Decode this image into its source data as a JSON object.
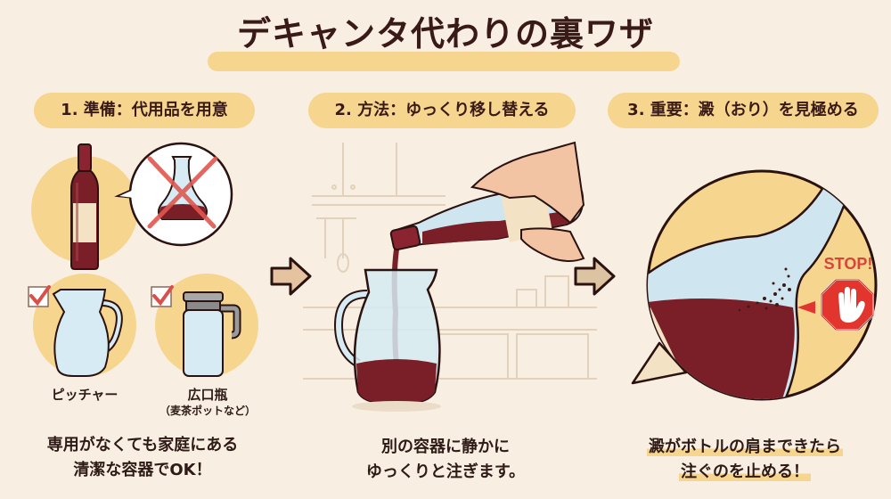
{
  "title": "デキャンタ代わりの裏ワザ",
  "colors": {
    "background": "#f8efe2",
    "highlight": "#f6d58e",
    "wine": "#7a1e28",
    "glass": "#cfe6f0",
    "stop_red": "#e2352e",
    "text": "#3a1a17"
  },
  "steps": [
    {
      "label": "1. 準備：代用品を用意",
      "items": [
        {
          "name": "ピッチャー",
          "sub": ""
        },
        {
          "name": "広口瓶",
          "sub": "（麦茶ポットなど）"
        }
      ],
      "caption_lines": [
        "専用がなくても家庭にある",
        "清潔な容器でOK！"
      ]
    },
    {
      "label": "2. 方法：ゆっくり移し替える",
      "caption_lines": [
        "別の容器に静かに",
        "ゆっくりと注ぎます。"
      ]
    },
    {
      "label": "3. 重要：澱（おり）を見極める",
      "stop_text": "STOP!",
      "caption_lines": [
        "澱がボトルの肩まできたら",
        "注ぐのを止める！"
      ]
    }
  ]
}
